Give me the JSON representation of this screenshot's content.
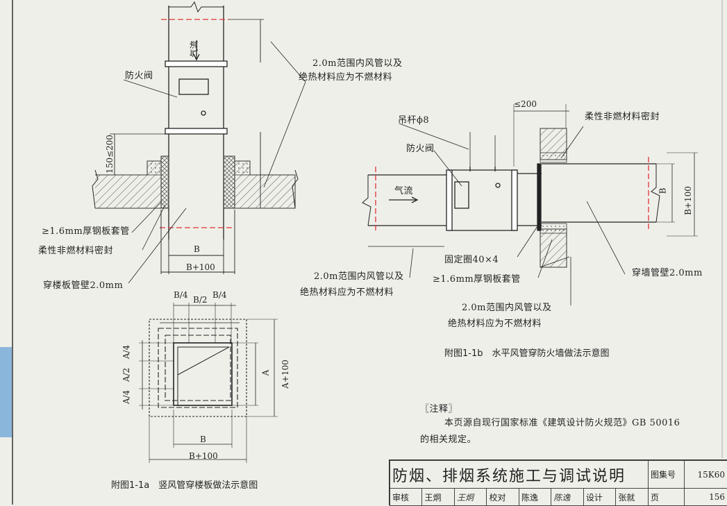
{
  "labels": {
    "fire_damper": "防火阀",
    "airflow": "气流",
    "note_2m_left_1": "2.0m范围内风管以及",
    "note_2m_left_2": "绝热材料应为不燃材料",
    "dim_150_200": "150≤200",
    "steel_sleeve": "≥1.6mm厚钢板套管",
    "flexible_seal": "柔性非燃材料密封",
    "floor_wall": "穿楼板管壁2.0mm",
    "dim_B": "B",
    "dim_B100": "B+100",
    "dim_B4": "B/4",
    "dim_B2": "B/2",
    "dim_A4": "A/4",
    "dim_A2": "A/2",
    "dim_A": "A",
    "dim_A100": "A+100",
    "hanger": "吊杆ϕ8",
    "dim_le200": "≤200",
    "fixing_ring": "固定圈40×4",
    "wall_pipe": "穿墙管壁2.0mm"
  },
  "captions": {
    "fig_a": "附图1-1a　竖风管穿楼板做法示意图",
    "fig_b": "附图1-1b　水平风管穿防火墙做法示意图"
  },
  "notes": {
    "heading": "〖注释〗",
    "line1": "本页源自现行国家标准《建筑设计防火规范》GB 50016",
    "line2": "的相关规定。"
  },
  "title_block": {
    "title": "防烟、排烟系统施工与调试说明",
    "atlas_no_label": "图集号",
    "atlas_no": "15K60",
    "review_label": "审核",
    "reviewer": "王炯",
    "check_label": "校对",
    "checker": "陈逸",
    "design_label": "设计",
    "designer": "张就",
    "page_label": "页",
    "page": "156"
  }
}
